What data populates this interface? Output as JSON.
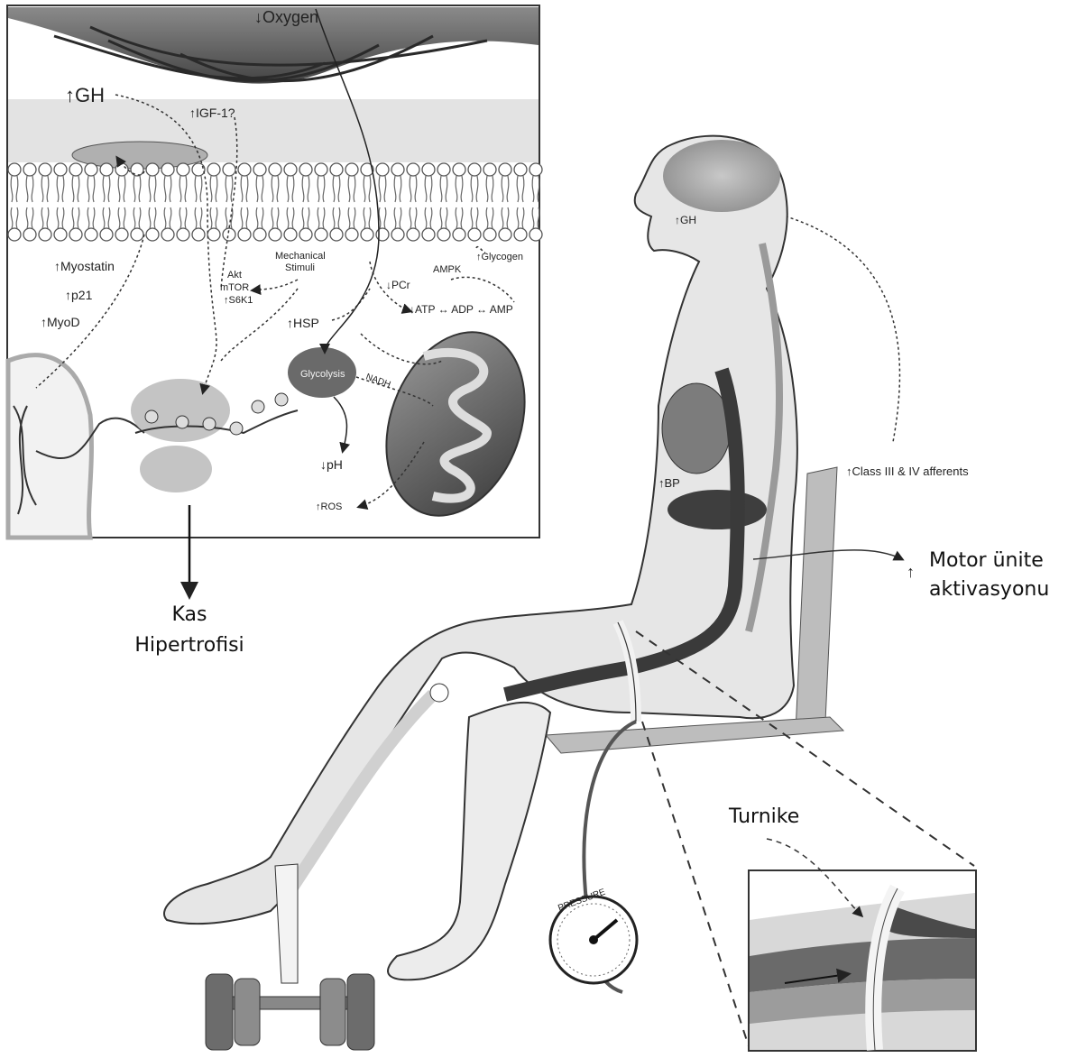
{
  "inset_top": {
    "oxygen": "Oxygen",
    "gh": "GH",
    "igf": "IGF-1?",
    "myostatin": "Myostatin",
    "p21": "p21",
    "myod": "MyoD",
    "akt": "Akt",
    "mtor": "mTOR",
    "s6k1": "S6K1",
    "mech1": "Mechanical",
    "mech2": "Stimuli",
    "hsp": "HSP",
    "pcr": "PCr",
    "atp": "ATP",
    "adp": "ADP",
    "amp": "AMP",
    "ampk": "AMPK",
    "glycogen": "Glycogen",
    "glycolysis": "Glycolysis",
    "nadh": "NADH",
    "ph": "pH",
    "ros": "ROS"
  },
  "body_labels": {
    "gh": "GH",
    "bp": "BP",
    "afferents": "Class III & IV afferents",
    "pressure": "PRESSURE"
  },
  "callouts": {
    "hypertrophy_line1": "Kas",
    "hypertrophy_line2": "Hipertrofisi",
    "motor_line1": "Motor ünite",
    "motor_line2": "aktivasyonu",
    "tourniquet": "Turnike"
  }
}
